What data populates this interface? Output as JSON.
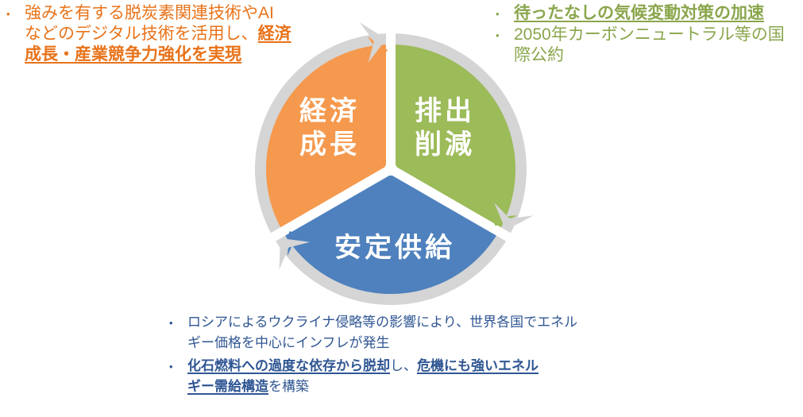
{
  "bullet_char": "•",
  "diagram": {
    "ring_color": "#D5D5D5",
    "segments": [
      {
        "id": "economic-growth",
        "label": "経済\n成長",
        "color": "#F5994E"
      },
      {
        "id": "emission-reduction",
        "label": "排出\n削減",
        "color": "#9CBB59"
      },
      {
        "id": "stable-supply",
        "label": "安定供給",
        "color": "#4E81BD"
      }
    ]
  },
  "economy_note": {
    "line1": "強みを有する脱炭素関連技術やAI",
    "line2_plain": "などのデジタル技術を活用し、",
    "line2_em": "経済",
    "line3_em": "成長・産業競争力強化を実現",
    "text_color": "#E8731A"
  },
  "climate_note": {
    "item1_em": "待ったなしの気候変動対策の加速",
    "item2_line1": "2050年カーボンニュートラル等の国",
    "item2_line2": "際公約",
    "text_color": "#8AA64C"
  },
  "energy_note": {
    "item1_line1": "ロシアによるウクライナ侵略等の影響により、世界各国でエネル",
    "item1_line2": "ギー価格を中心にインフレが発生",
    "item2_line1_em1": "化石燃料への過度な依存から脱却",
    "item2_line1_plain": "し、",
    "item2_line1_em2": "危機にも強いエネル",
    "item2_line2_em": "ギー需給構造",
    "item2_line2_plain": "を構築",
    "text_color": "#2F5693"
  }
}
